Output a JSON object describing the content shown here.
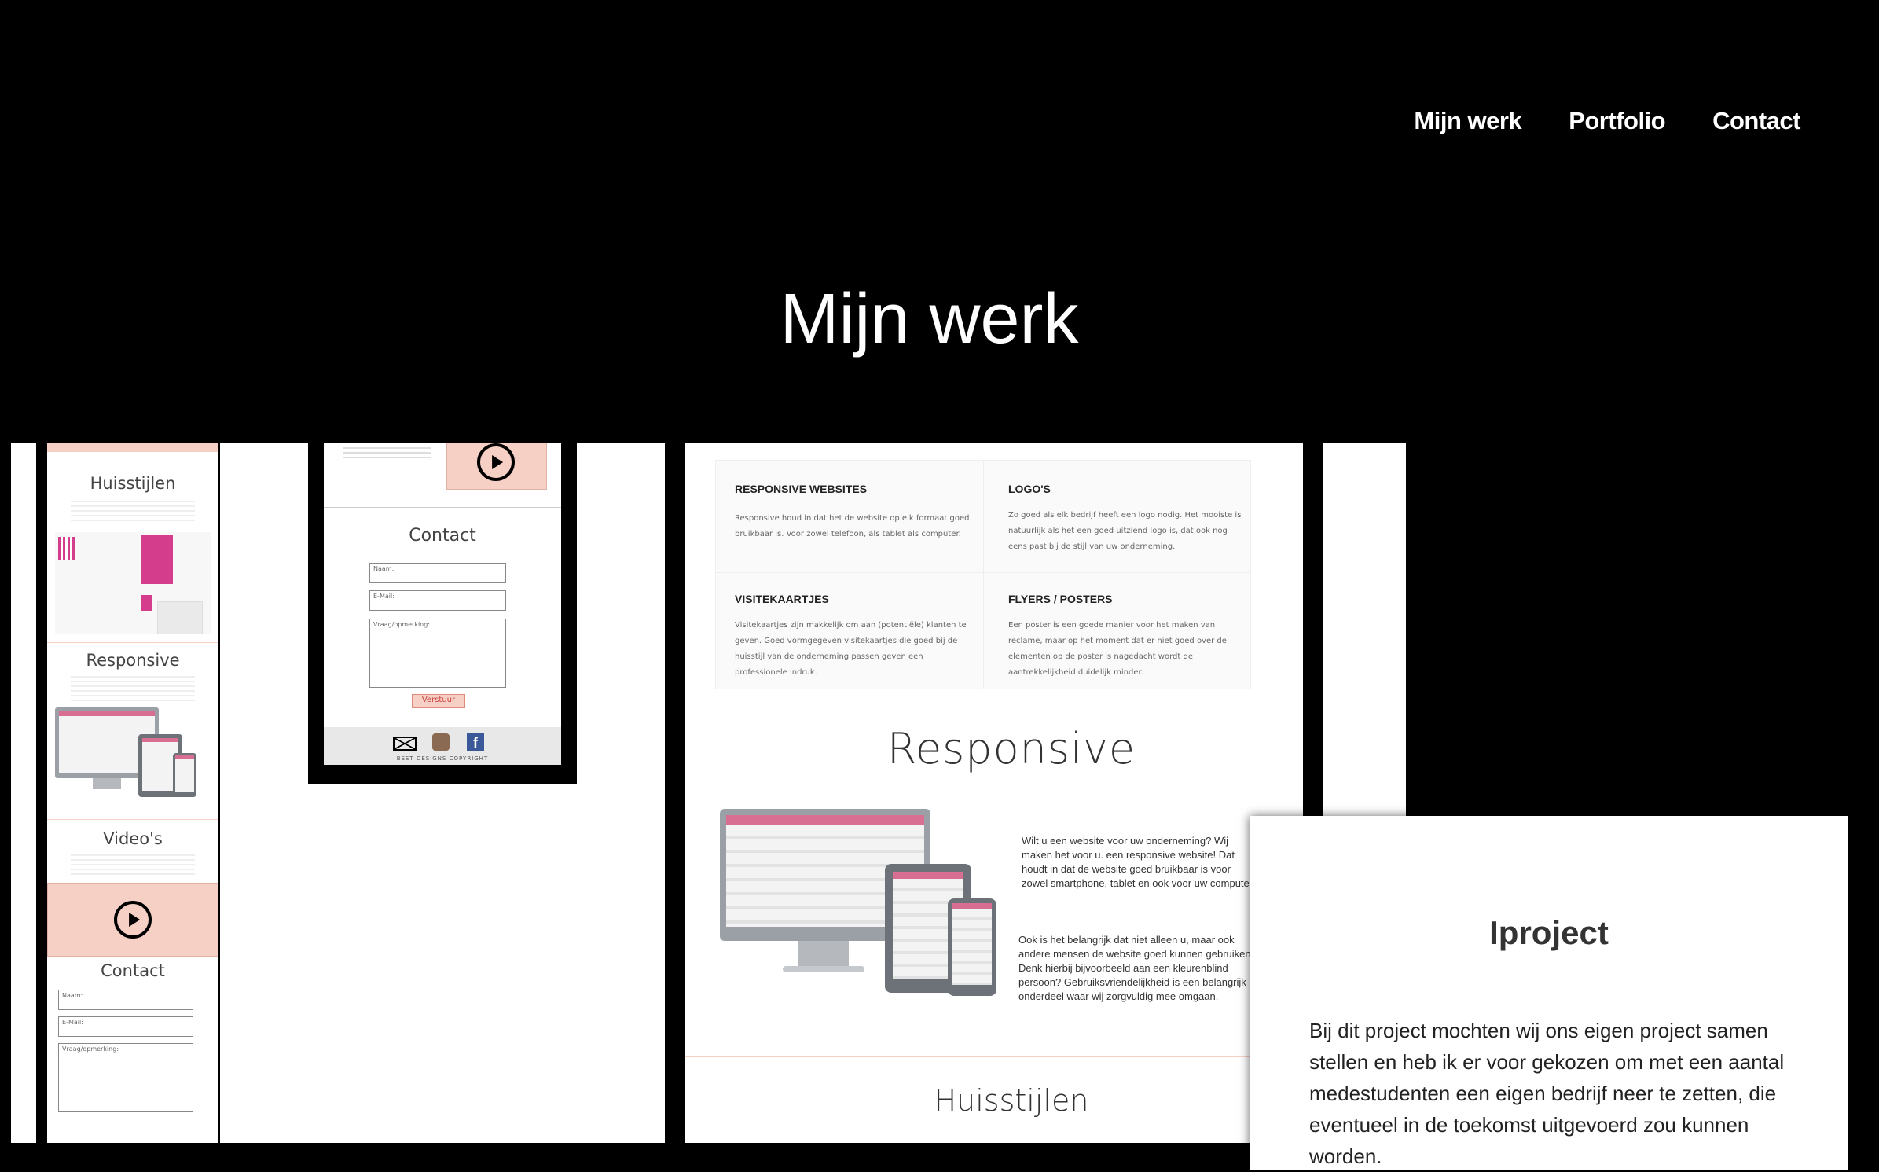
{
  "nav": {
    "items": [
      "Mijn werk",
      "Portfolio",
      "Contact"
    ]
  },
  "page": {
    "title": "Mijn werk"
  },
  "panel1": {
    "huisstijlen": "Huisstijlen",
    "responsive": "Responsive",
    "videos": "Video's",
    "contact": "Contact",
    "naam_placeholder": "Naam:",
    "email_placeholder": "E-Mail:",
    "message_placeholder": "Vraag/opmerking:"
  },
  "panel2": {
    "contact": "Contact",
    "naam_placeholder": "Naam:",
    "email_placeholder": "E-Mail:",
    "message_placeholder": "Vraag/opmerking:",
    "submit": "Verstuur",
    "copyright": "BEST DESIGNS COPYRIGHT"
  },
  "panel3": {
    "services": [
      {
        "title": "RESPONSIVE WEBSITES",
        "text": "Responsive houd in dat het de website op elk formaat goed bruikbaar is. Voor zowel telefoon, als tablet als computer."
      },
      {
        "title": "LOGO'S",
        "text": "Zo goed als elk bedrijf heeft een logo nodig. Het mooiste is natuurlijk als het een goed uitziend logo is, dat ook nog eens past bij de stijl van uw onderneming."
      },
      {
        "title": "VISITEKAARTJES",
        "text": "Visitekaartjes zijn makkelijk om aan (potentiële) klanten te geven. Goed vormgegeven visitekaartjes die goed bij de huisstijl van de onderneming passen geven een professionele indruk."
      },
      {
        "title": "FLYERS / POSTERS",
        "text": "Een poster is een goede manier voor het maken van reclame, maar op het moment dat er niet goed over de elementen op de poster is nagedacht wordt de aantrekkelijkheid duidelijk minder."
      }
    ],
    "responsive_heading": "Responsive",
    "responsive_text_1": "Wilt u een website voor uw onderneming? Wij maken het voor u. een responsive website! Dat houdt in dat de website goed bruikbaar is voor zowel smartphone, tablet en ook voor uw computer.",
    "responsive_text_2": "Ook is het belangrijk dat niet alleen u, maar ook andere mensen de website goed kunnen gebruiken. Denk hierbij bijvoorbeeld aan een kleurenblind persoon? Gebruiksvriendelijkheid is een belangrijk onderdeel waar wij zorgvuldig mee omgaan.",
    "huisstijlen_heading": "Huisstijlen"
  },
  "popup": {
    "title": "Iproject",
    "text": "Bij dit project mochten wij ons eigen project samen stellen en heb ik er voor gekozen om met een aantal medestudenten een eigen bedrijf neer te zetten, die eventueel in de toekomst uitgevoerd zou kunnen worden."
  },
  "colors": {
    "accent_pink": "#d86f92",
    "soft_pink": "#f6d0c4"
  },
  "icons": [
    "play-icon",
    "mail-icon",
    "instagram-icon",
    "facebook-icon"
  ]
}
